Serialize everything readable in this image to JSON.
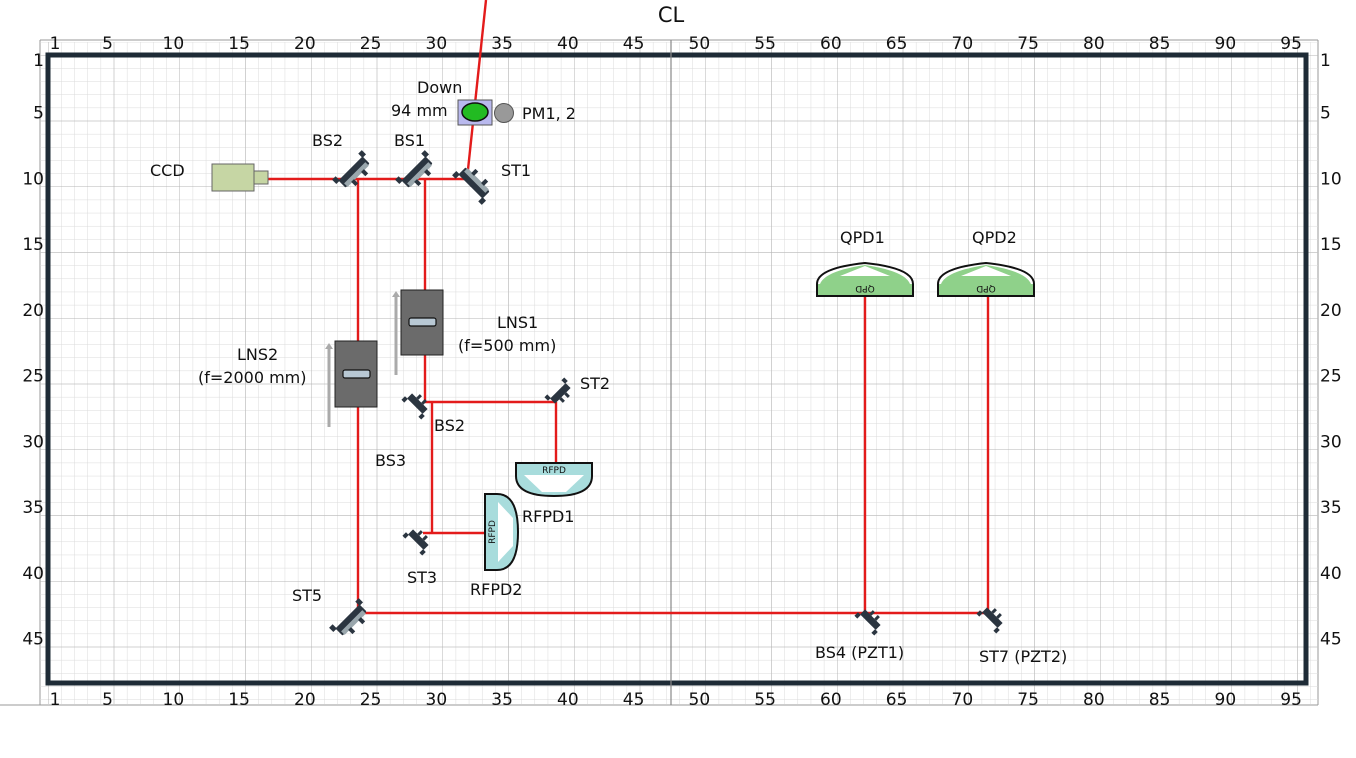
{
  "centerline_label": "CL",
  "x_ticks": [
    "1",
    "5",
    "10",
    "15",
    "20",
    "25",
    "30",
    "35",
    "40",
    "45",
    "50",
    "55",
    "60",
    "65",
    "70",
    "75",
    "80",
    "85",
    "90",
    "95"
  ],
  "y_ticks": [
    "1",
    "5",
    "10",
    "15",
    "20",
    "25",
    "30",
    "35",
    "40",
    "45"
  ],
  "labels": {
    "down": "Down",
    "down_dist": "94 mm",
    "pm": "PM1, 2",
    "ccd": "CCD",
    "bs2_top": "BS2",
    "bs1": "BS1",
    "st1": "ST1",
    "qpd1": "QPD1",
    "qpd2": "QPD2",
    "lns1": "LNS1",
    "lns1_f": "(f=500 mm)",
    "lns2": "LNS2",
    "lns2_f": "(f=2000 mm)",
    "st2": "ST2",
    "bs2_mid": "BS2",
    "bs3": "BS3",
    "rfpd1": "RFPD1",
    "rfpd2": "RFPD2",
    "st3": "ST3",
    "st5": "ST5",
    "bs4": "BS4 (PZT1)",
    "st7": "ST7 (PZT2)",
    "rfpd_face": "RFPD",
    "qpd_face": "QPD"
  },
  "colors": {
    "beam": "#e31b1b",
    "table_border": "#1e2b36",
    "grid_minor": "#d6d6d6",
    "grid_major": "#a8a8a8",
    "detector_fill": "#8fd18a",
    "rfpd_fill": "#a8dcdc",
    "lens_mount": "#6b6b6b",
    "ccd_fill": "#c6d6a4",
    "pm_fill": "#b9b9ee",
    "pm_disk": "#22bb22"
  }
}
